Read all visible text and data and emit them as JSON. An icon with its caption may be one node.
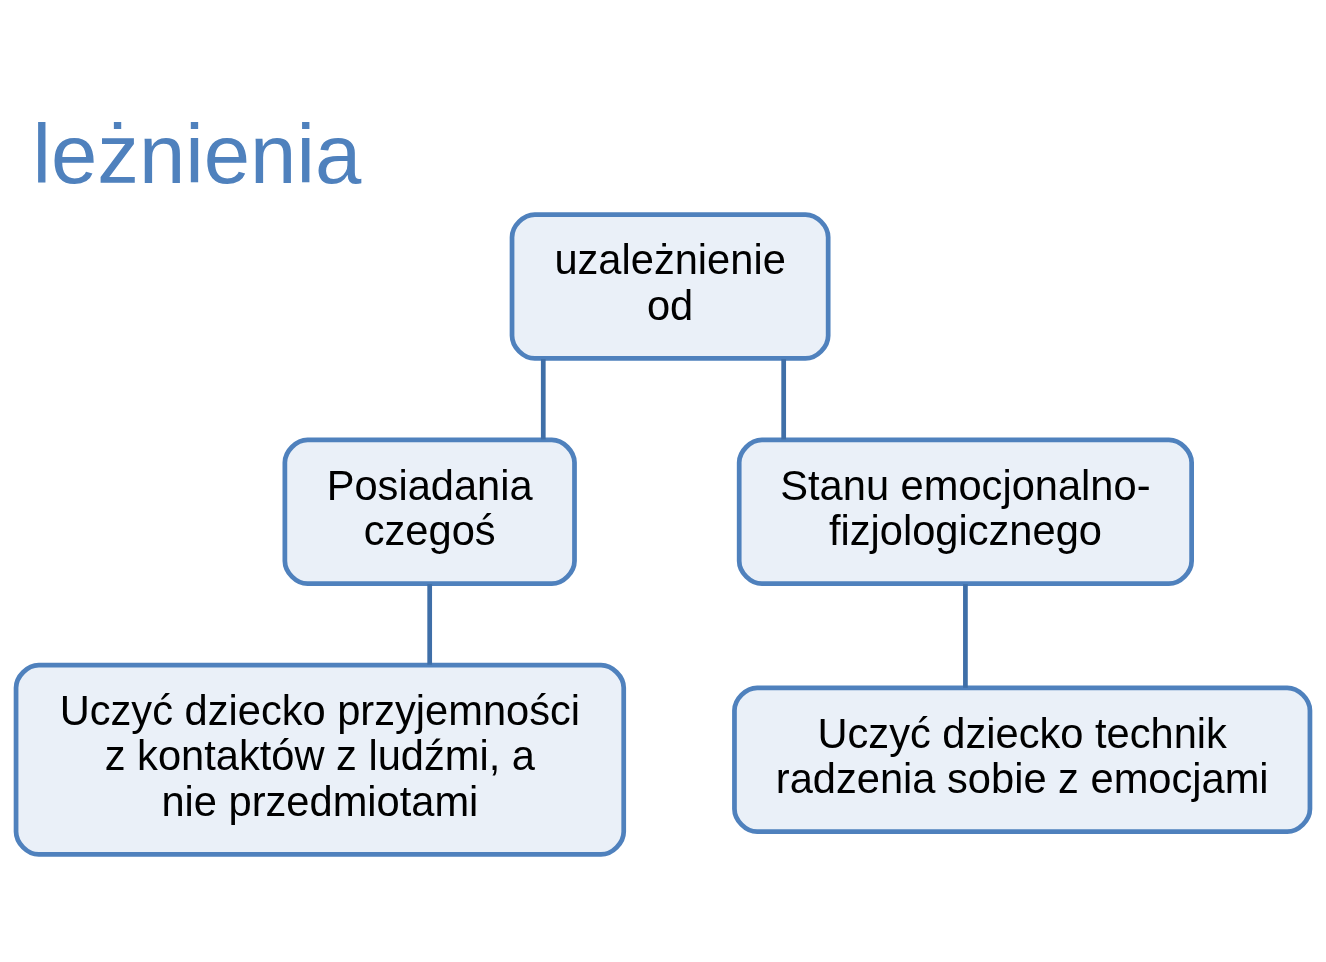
{
  "diagram": {
    "title": "leżnienia",
    "nodes": [
      {
        "text": [
          "uzależnienie od"
        ]
      },
      {
        "text": [
          "Posiadania czegoś"
        ]
      },
      {
        "text": [
          "Stanu emocjonalno- fizjologicznego"
        ]
      },
      {
        "text": [
          "Uczyć dziecko przyjemności z kontaktów z ludźmi, a nie przedmiotami"
        ]
      },
      {
        "text": [
          "Uczyć dziecko technik radzenia sobie z emocjami"
        ]
      }
    ],
    "edges": [
      {
        "from": 0,
        "to": 1,
        "arrow": "none"
      },
      {
        "from": 0,
        "to": 2,
        "arrow": "none"
      },
      {
        "from": 1,
        "to": 3,
        "arrow": "none"
      },
      {
        "from": 2,
        "to": 4,
        "arrow": "none"
      }
    ]
  }
}
